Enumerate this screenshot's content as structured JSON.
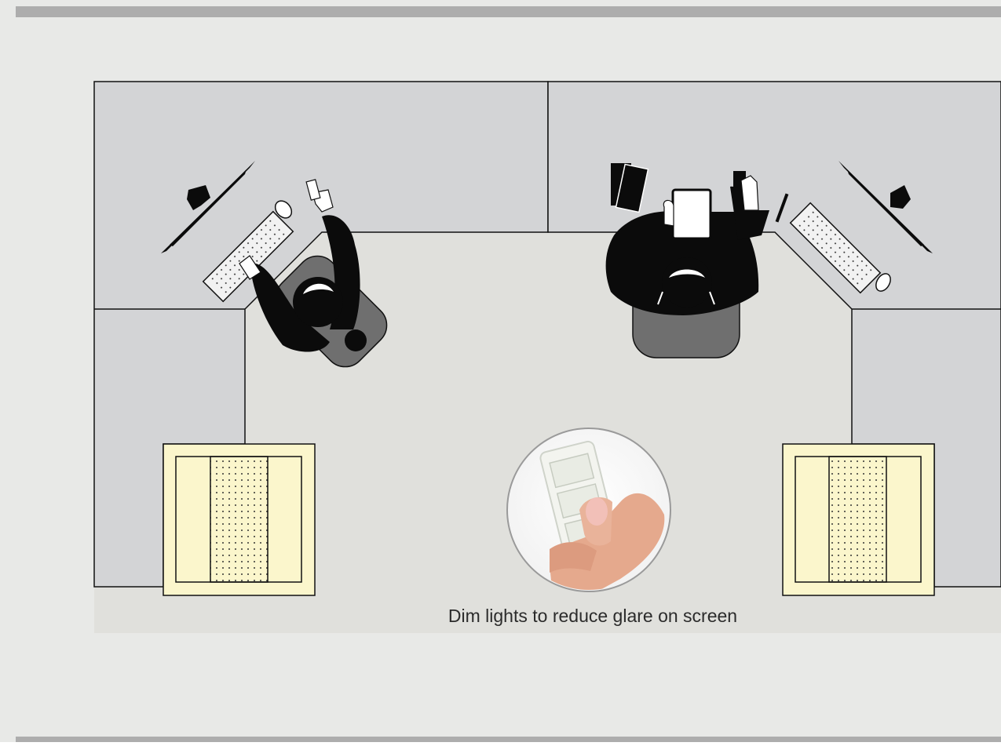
{
  "caption": "Dim lights to reduce glare on screen",
  "colors": {
    "page_background": "#e8e9e7",
    "top_bar": "#adadad",
    "bottom_bar": "#adadad",
    "desk_surface": "#d3d4d6",
    "floor": "#e0e0dc",
    "light_fixture": "#fbf6cc",
    "furniture_outline": "#111111",
    "person": "#0b0b0b",
    "chair": "#6f6f6f"
  },
  "elements": {
    "workstations": [
      "left-workstation",
      "right-workstation"
    ],
    "light_fixtures": [
      "left-ceiling-light",
      "right-ceiling-light"
    ],
    "inset": "dimmer-remote-in-hand-photo"
  }
}
